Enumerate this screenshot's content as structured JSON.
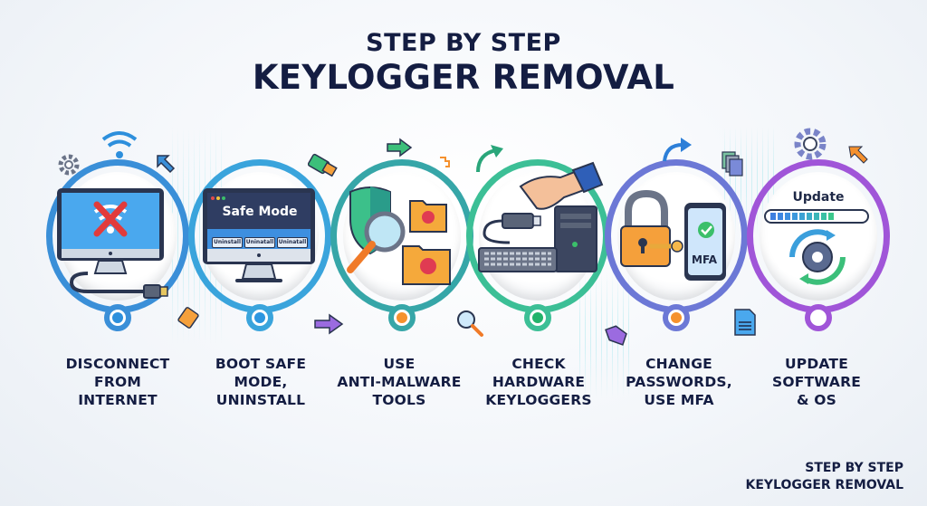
{
  "title": {
    "line1": "STEP BY STEP",
    "line2": "KEYLOGGER REMOVAL"
  },
  "steps": [
    {
      "id": 1,
      "label_lines": [
        "DISCONNECT",
        "FROM",
        "INTERNET"
      ],
      "icon": "monitor-no-wifi-icon",
      "ring_color": "#3a8fd8",
      "node_color": "#2d8fdc"
    },
    {
      "id": 2,
      "label_lines": [
        "BOOT SAFE",
        "MODE,",
        "UNINSTALL"
      ],
      "icon": "safe-mode-monitor-icon",
      "ring_color": "#3aa4dc",
      "node_color": "#2d96e0",
      "screen_title": "Safe Mode",
      "buttons": [
        "Uninstall",
        "Uninatall",
        "Uninatall"
      ]
    },
    {
      "id": 3,
      "label_lines": [
        "USE",
        "ANTI-MALWARE",
        "TOOLS"
      ],
      "icon": "shield-magnifier-virus-folder-icon",
      "ring_color": "#36a6a8",
      "node_color": "#f5912e"
    },
    {
      "id": 4,
      "label_lines": [
        "CHECK",
        "HARDWARE",
        "KEYLOGGERS"
      ],
      "icon": "hand-usb-keyboard-pc-icon",
      "ring_color": "#3cbf96",
      "node_color": "#22b36b"
    },
    {
      "id": 5,
      "label_lines": [
        "CHANGE",
        "PASSWORDS,",
        "USE MFA"
      ],
      "icon": "padlock-key-phone-mfa-icon",
      "ring_color": "#6c78d6",
      "node_color": "#f5912e",
      "phone_text": "MFA"
    },
    {
      "id": 6,
      "label_lines": [
        "UPDATE",
        "SOFTWARE",
        "& OS"
      ],
      "icon": "update-progress-gear-icon",
      "ring_color": "#a055d8",
      "node_color": "#a055d8",
      "screen_title": "Update",
      "progress_segments": 9
    }
  ],
  "decorations": [
    "gear-icon",
    "wifi-icon",
    "arrow-up-left-icon",
    "ethernet-plug-icon",
    "arrow-right-icon",
    "curved-arrow-icon",
    "sd-card-icon",
    "purple-arrow-icon",
    "magnifier-icon",
    "price-tag-icon",
    "documents-icon",
    "document-icon",
    "cursor-arrow-icon"
  ],
  "footer": {
    "line1": "STEP BY STEP",
    "line2": "KEYLOGGER REMOVAL"
  }
}
